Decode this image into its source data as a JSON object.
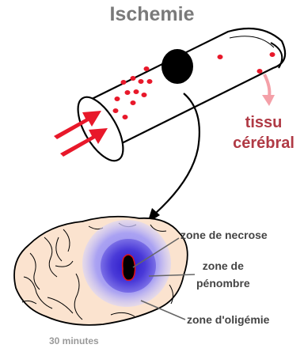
{
  "title": "Ischemie",
  "tissue_label": {
    "line1": "tissu",
    "line2": "cérébral"
  },
  "labels": {
    "necrose": "zone de necrose",
    "penombre_line1": "zone de",
    "penombre_line2": "pénombre",
    "oligemie": "zone d'oligémie"
  },
  "time_label": "30 minutes",
  "colors": {
    "title": "#7a7a7a",
    "tissue_text": "#b03a45",
    "blood_cells": "#e8182a",
    "flow_arrows": "#e8182a",
    "outflow_arrow": "#f4a0a8",
    "clot": "#000000",
    "oligemia_zone": "#b9b0f0",
    "penumbra_zone": "#4a3ad8",
    "necrosis_core": "#000000",
    "necrosis_outline": "#e0101a"
  }
}
